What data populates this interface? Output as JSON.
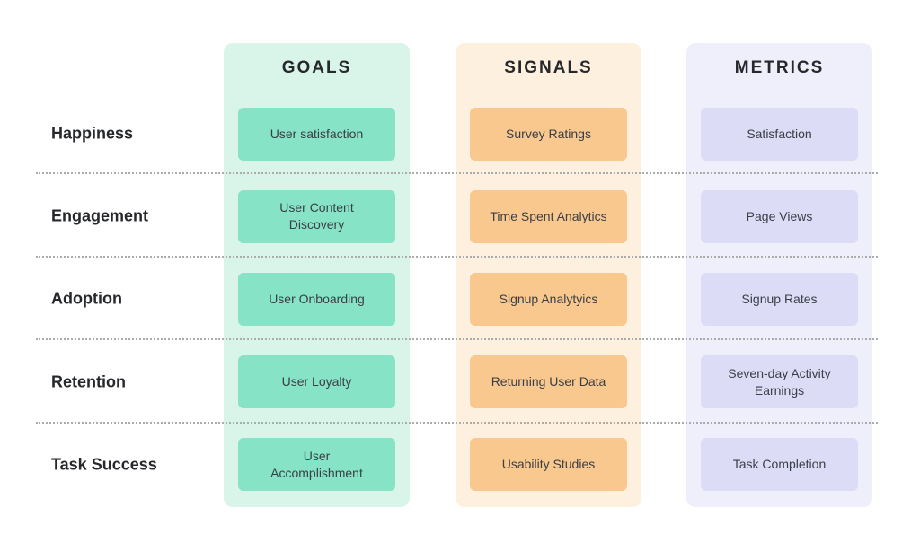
{
  "palette": {
    "page_bg": "#ffffff",
    "goals_bg": "#d9f5ea",
    "goals_card": "#86e3c5",
    "signals_bg": "#fdf0de",
    "signals_card": "#f8c88e",
    "metrics_bg": "#efeffb",
    "metrics_card": "#dcdcf6",
    "text_dark": "#26282b",
    "card_text": "#3a3e45",
    "separator": "#ababab"
  },
  "columns": [
    {
      "key": "goals",
      "label": "GOALS"
    },
    {
      "key": "signals",
      "label": "SIGNALS"
    },
    {
      "key": "metrics",
      "label": "METRICS"
    }
  ],
  "rows": [
    {
      "label": "Happiness",
      "goals": "User satisfaction",
      "signals": "Survey Ratings",
      "metrics": "Satisfaction"
    },
    {
      "label": "Engagement",
      "goals": "User Content\nDiscovery",
      "signals": "Time Spent Analytics",
      "metrics": "Page Views"
    },
    {
      "label": "Adoption",
      "goals": "User Onboarding",
      "signals": "Signup Analytyics",
      "metrics": "Signup Rates"
    },
    {
      "label": "Retention",
      "goals": "User Loyalty",
      "signals": "Returning User Data",
      "metrics": "Seven-day Activity\nEarnings"
    },
    {
      "label": "Task Success",
      "goals": "User\nAccomplishment",
      "signals": "Usability Studies",
      "metrics": "Task Completion"
    }
  ]
}
